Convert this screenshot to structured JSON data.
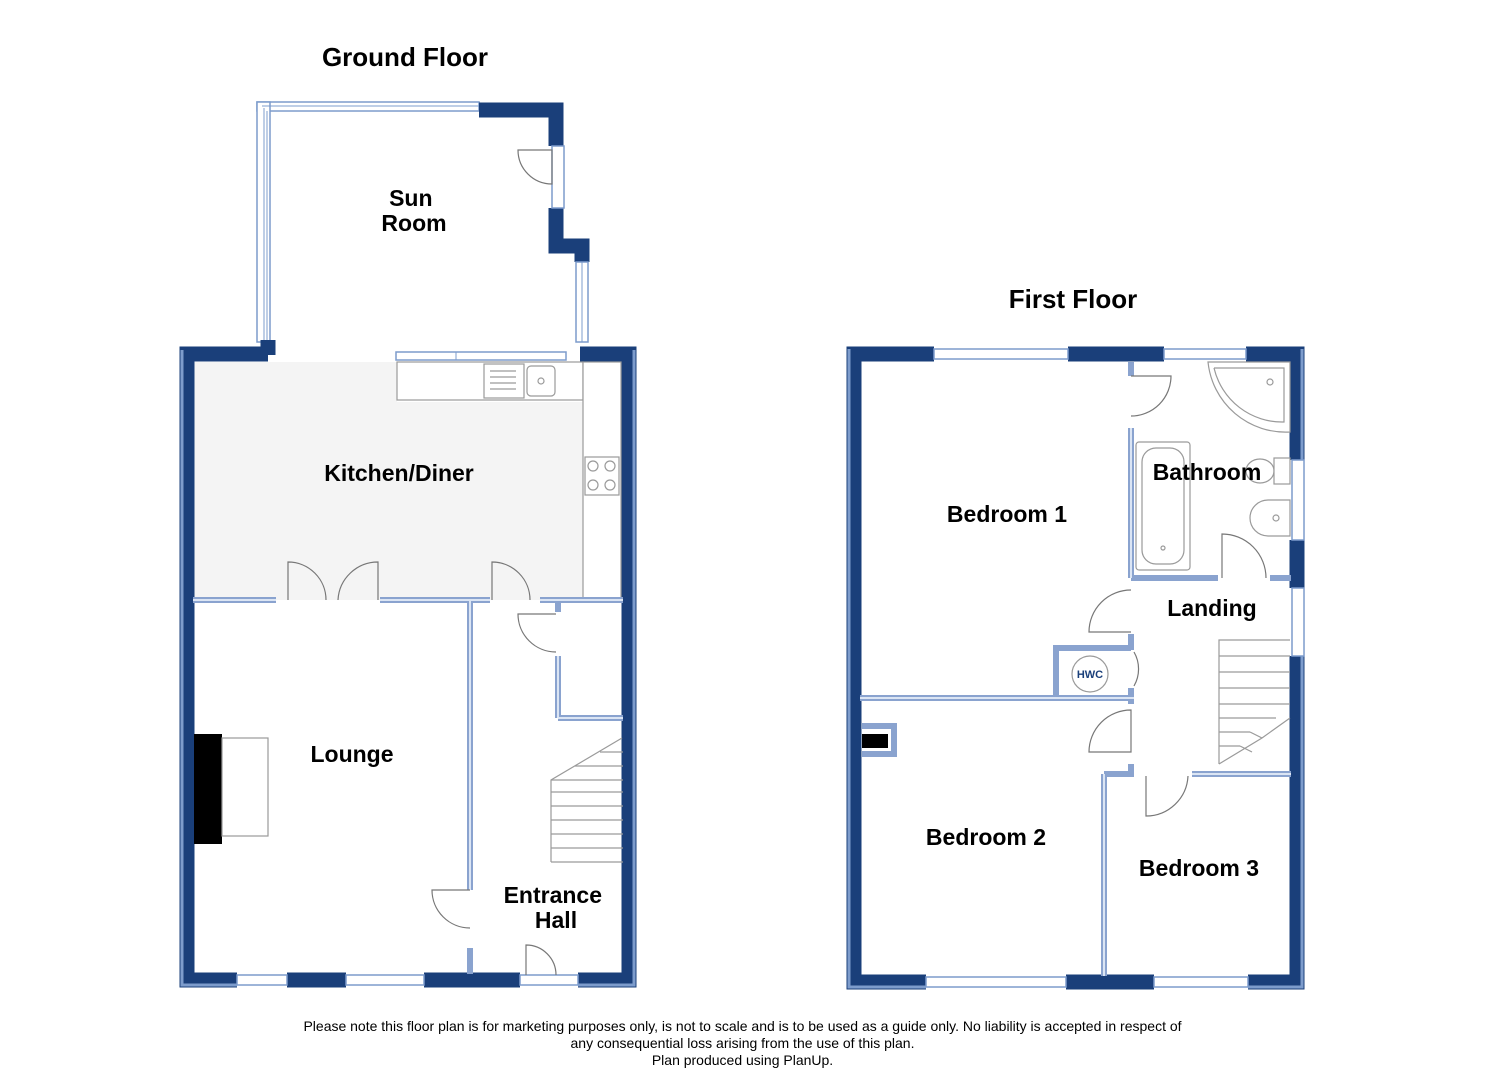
{
  "floors": {
    "ground": {
      "title": "Ground Floor",
      "rooms": {
        "sun_room": [
          "Sun",
          "Room"
        ],
        "kitchen": "Kitchen/Diner",
        "lounge": "Lounge",
        "entrance_hall": [
          "Entrance",
          "Hall"
        ]
      }
    },
    "first": {
      "title": "First Floor",
      "rooms": {
        "bedroom1": "Bedroom 1",
        "bathroom": "Bathroom",
        "landing": "Landing",
        "bedroom2": "Bedroom 2",
        "bedroom3": "Bedroom 3",
        "hwc": "HWC"
      }
    }
  },
  "disclaimer": {
    "line1": "Please note this floor plan is for marketing purposes only, is not to scale and is to be used as a guide only.  No liability is accepted in respect of",
    "line2": "any consequential loss arising from the use of this plan.",
    "line3": "Plan produced using PlanUp."
  },
  "colors": {
    "wall": "#1a3f7a",
    "wall_highlight": "#6f8fc2",
    "inner_wall": "#9fb4d6",
    "kitchen_floor": "#f3f3f3",
    "fixture_stroke": "#9a9a9a"
  }
}
